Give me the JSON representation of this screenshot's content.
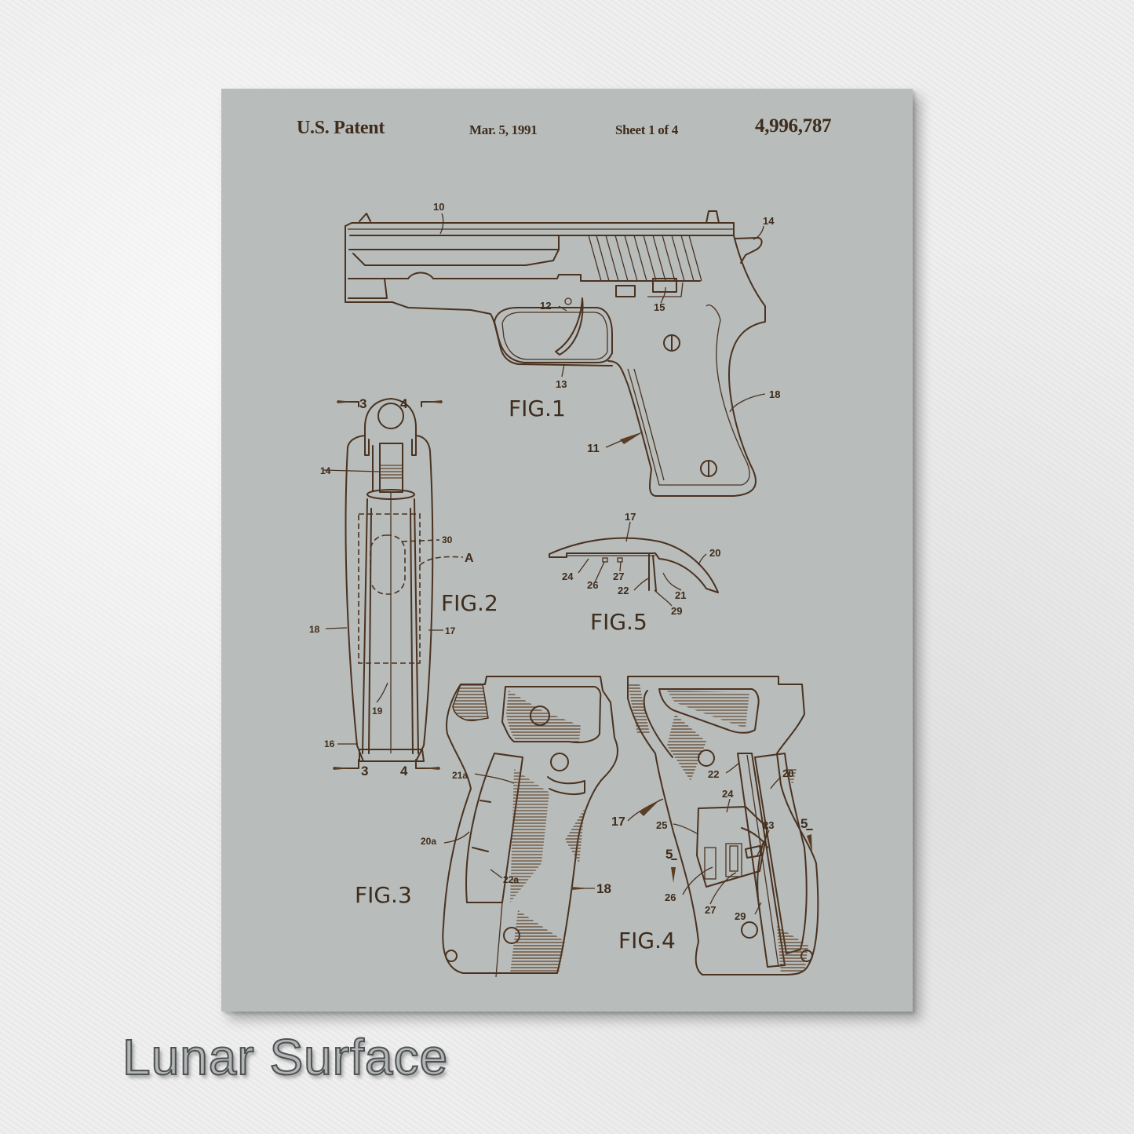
{
  "product": {
    "finish_name": "Lunar Surface",
    "panel_color": "#b8bcbb",
    "ink_color": "#4a3220"
  },
  "patent_header": {
    "title": "U.S. Patent",
    "date": "Mar. 5, 1991",
    "sheet": "Sheet 1 of 4",
    "number": "4,996,787"
  },
  "figures": {
    "fig1": {
      "caption": "FIG.1",
      "labels": [
        "10",
        "11",
        "12",
        "13",
        "14",
        "15",
        "18"
      ]
    },
    "fig2": {
      "caption": "FIG.2",
      "labels": [
        "3",
        "4",
        "14",
        "30",
        "A",
        "18",
        "17",
        "19",
        "16",
        "3",
        "4"
      ]
    },
    "fig3": {
      "caption": "FIG.3",
      "labels": [
        "21a",
        "20a",
        "22a",
        "18"
      ]
    },
    "fig4": {
      "caption": "FIG.4",
      "labels": [
        "17",
        "22",
        "20",
        "24",
        "25",
        "23",
        "5",
        "5",
        "26",
        "27",
        "29"
      ]
    },
    "fig5": {
      "caption": "FIG.5",
      "labels": [
        "17",
        "20",
        "24",
        "26",
        "27",
        "22",
        "21",
        "29"
      ]
    }
  }
}
